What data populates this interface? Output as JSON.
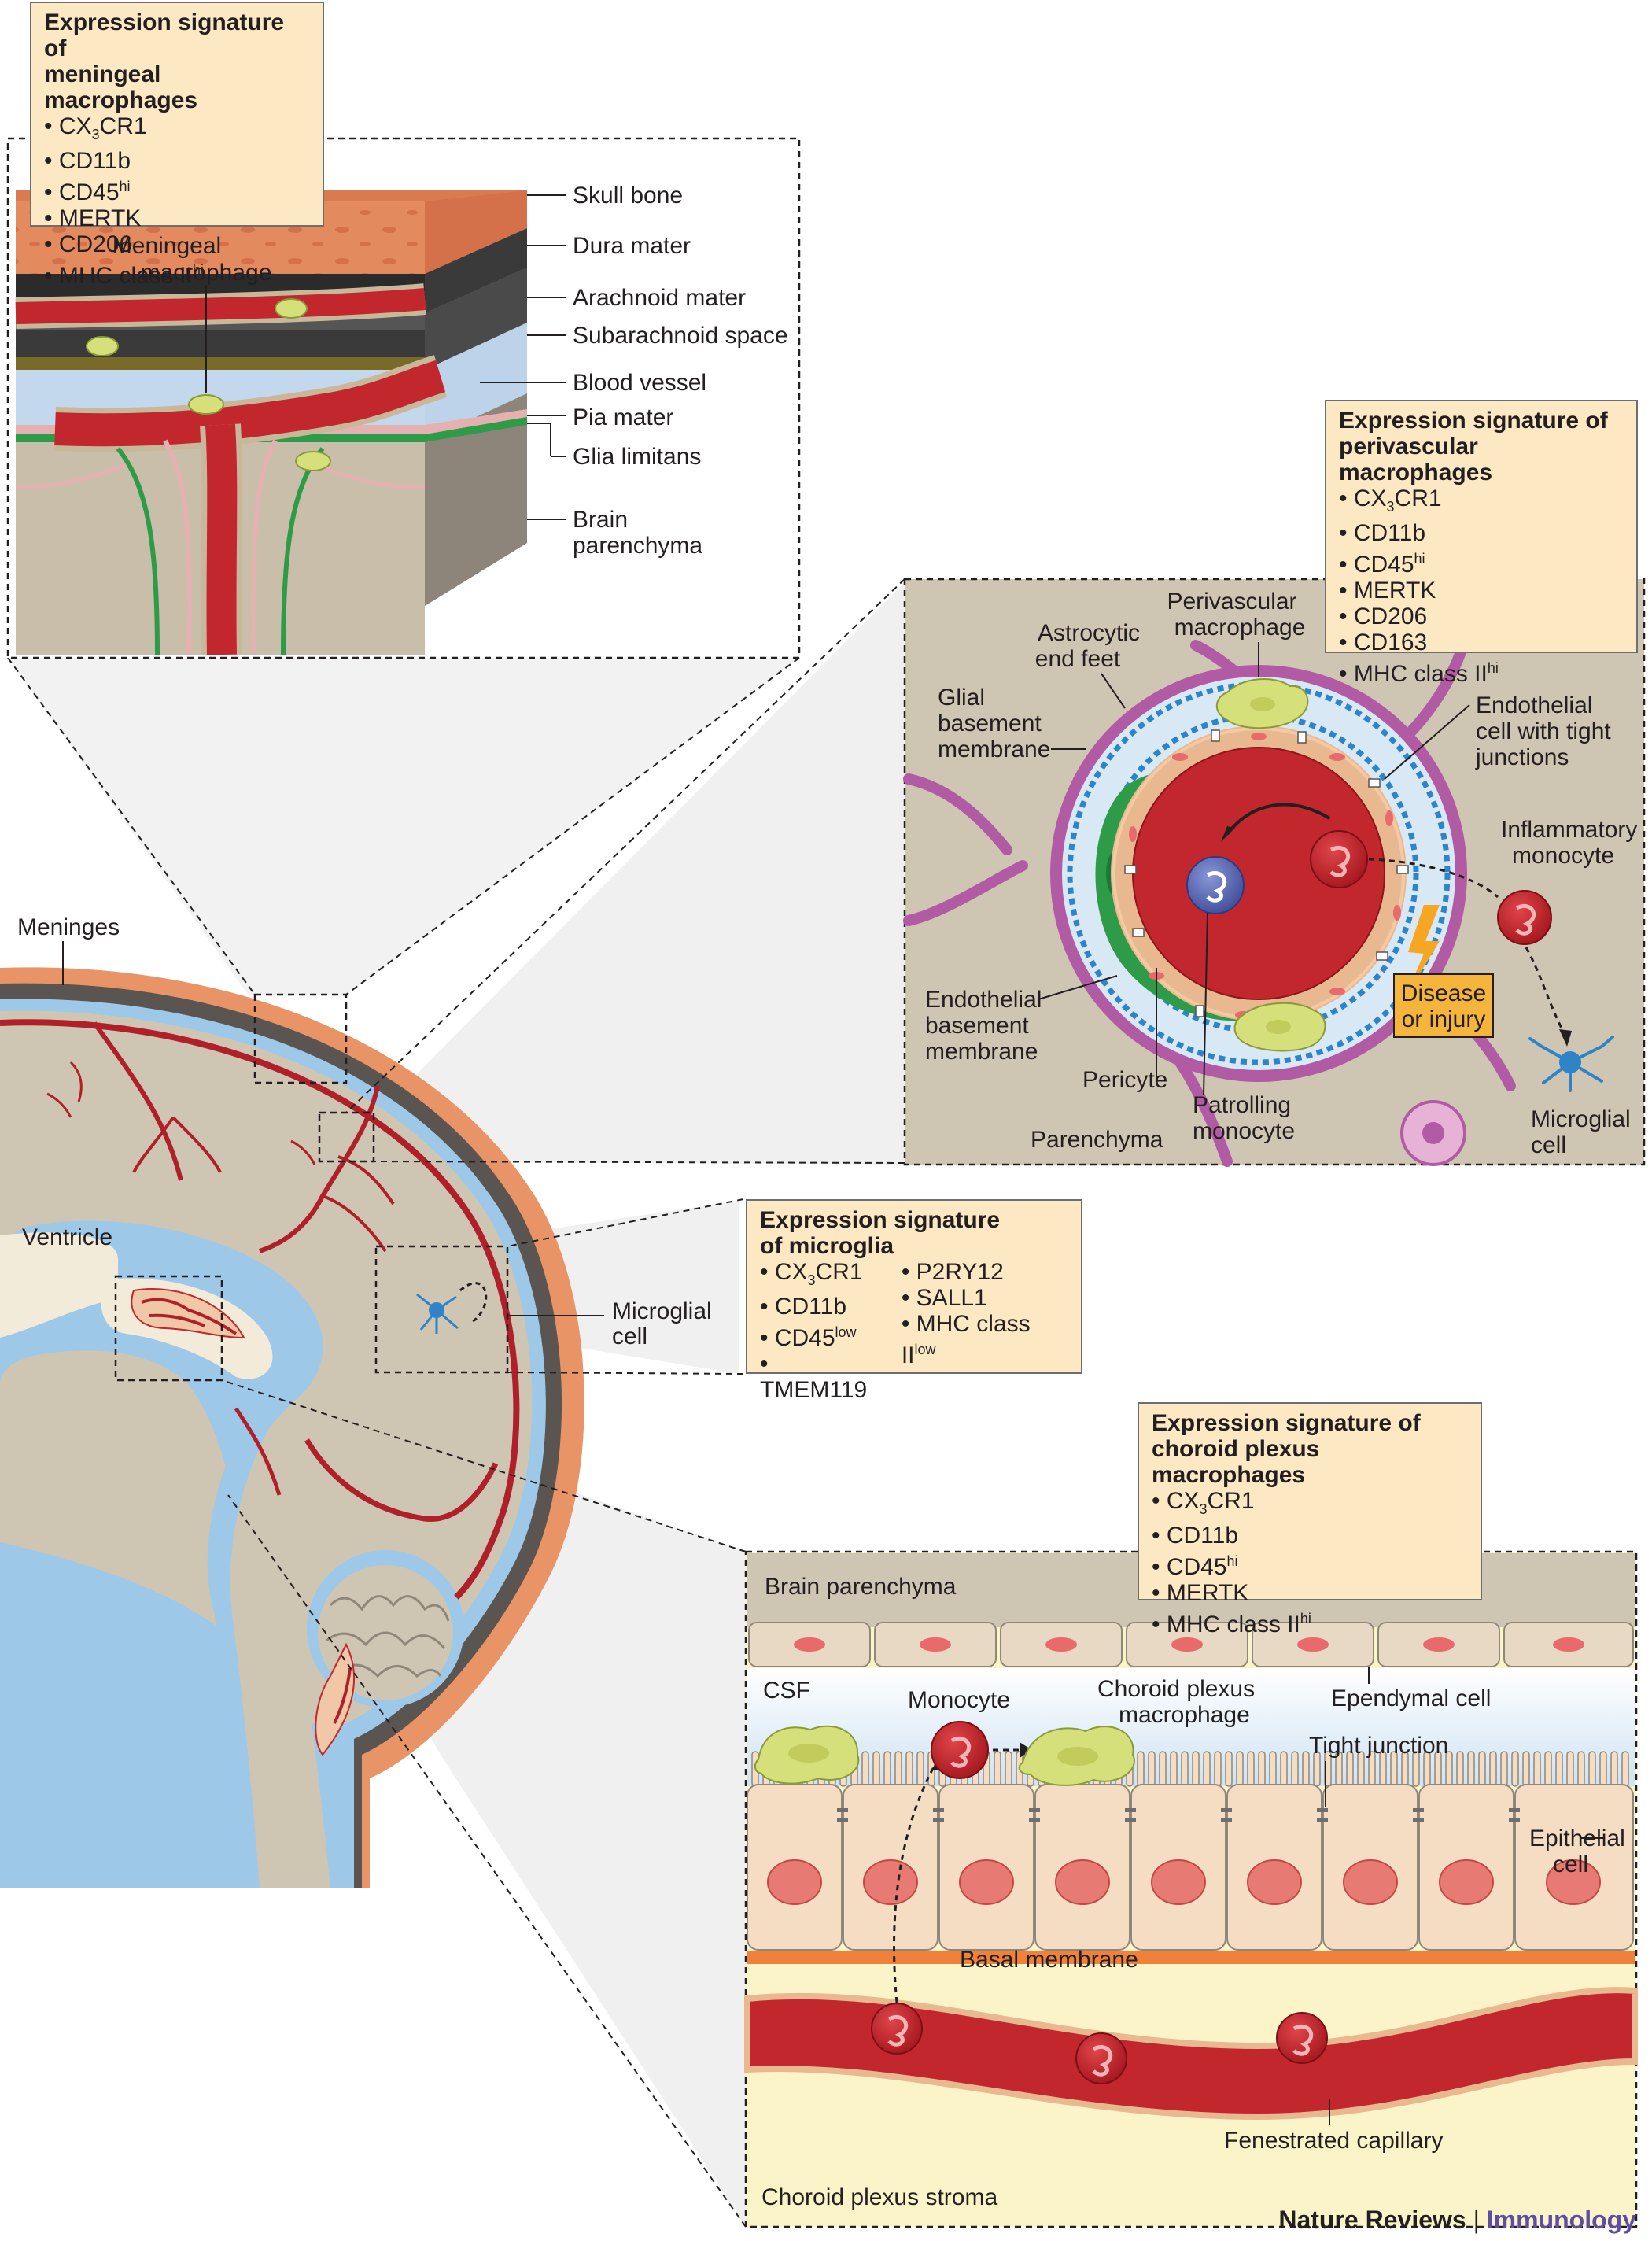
{
  "panels": {
    "meningeal": {
      "title_l1": "Expression signature of",
      "title_l2": "meningeal macrophages",
      "markers": [
        {
          "base": "CX",
          "sub": "3",
          "rest": "CR1",
          "sup": ""
        },
        {
          "base": "CD11b",
          "sub": "",
          "rest": "",
          "sup": ""
        },
        {
          "base": "CD45",
          "sub": "",
          "rest": "",
          "sup": "hi"
        },
        {
          "base": "MERTK",
          "sub": "",
          "rest": "",
          "sup": ""
        },
        {
          "base": "CD206",
          "sub": "",
          "rest": "",
          "sup": ""
        },
        {
          "base": "MHC class II",
          "sub": "",
          "rest": "",
          "sup": "hi"
        }
      ],
      "labels": {
        "skull_bone": "Skull bone",
        "dura_mater": "Dura mater",
        "arachnoid_mater": "Arachnoid mater",
        "subarachnoid_space": "Subarachnoid space",
        "blood_vessel": "Blood vessel",
        "pia_mater": "Pia mater",
        "glia_limitans": "Glia limitans",
        "brain_parenchyma_l1": "Brain",
        "brain_parenchyma_l2": "parenchyma",
        "meningeal_macrophage_l1": "Meningeal",
        "meningeal_macrophage_l2": "macrophage"
      }
    },
    "perivascular": {
      "title_l1": "Expression signature of",
      "title_l2": "perivascular macrophages",
      "markers": [
        {
          "base": "CX",
          "sub": "3",
          "rest": "CR1",
          "sup": ""
        },
        {
          "base": "CD11b",
          "sub": "",
          "rest": "",
          "sup": ""
        },
        {
          "base": "CD45",
          "sub": "",
          "rest": "",
          "sup": "hi"
        },
        {
          "base": "MERTK",
          "sub": "",
          "rest": "",
          "sup": ""
        },
        {
          "base": "CD206",
          "sub": "",
          "rest": "",
          "sup": ""
        },
        {
          "base": "CD163",
          "sub": "",
          "rest": "",
          "sup": ""
        },
        {
          "base": "MHC class II",
          "sub": "",
          "rest": "",
          "sup": "hi"
        }
      ],
      "labels": {
        "perivascular_macrophage_l1": "Perivascular",
        "perivascular_macrophage_l2": "macrophage",
        "astrocytic_end_feet_l1": "Astrocytic",
        "astrocytic_end_feet_l2": "end feet",
        "glial_bm_l1": "Glial",
        "glial_bm_l2": "basement",
        "glial_bm_l3": "membrane",
        "endothelial_cell_l1": "Endothelial",
        "endothelial_cell_l2": "cell with tight",
        "endothelial_cell_l3": "junctions",
        "inflammatory_monocyte_l1": "Inflammatory",
        "inflammatory_monocyte_l2": "monocyte",
        "disease_l1": "Disease",
        "disease_l2": "or injury",
        "endothelial_bm_l1": "Endothelial",
        "endothelial_bm_l2": "basement",
        "endothelial_bm_l3": "membrane",
        "pericyte": "Pericyte",
        "patrolling_l1": "Patrolling",
        "patrolling_l2": "monocyte",
        "parenchyma": "Parenchyma",
        "microglial_cell_l1": "Microglial",
        "microglial_cell_l2": "cell"
      }
    },
    "microglia": {
      "title_l1": "Expression signature",
      "title_l2": "of microglia",
      "col1": [
        {
          "base": "CX",
          "sub": "3",
          "rest": "CR1",
          "sup": ""
        },
        {
          "base": "CD11b",
          "sub": "",
          "rest": "",
          "sup": ""
        },
        {
          "base": "CD45",
          "sub": "",
          "rest": "",
          "sup": "low"
        },
        {
          "base": "TMEM119",
          "sub": "",
          "rest": "",
          "sup": ""
        }
      ],
      "col2": [
        {
          "base": "P2RY12",
          "sub": "",
          "rest": "",
          "sup": ""
        },
        {
          "base": "SALL1",
          "sub": "",
          "rest": "",
          "sup": ""
        },
        {
          "base": "MHC class II",
          "sub": "",
          "rest": "",
          "sup": "low"
        }
      ]
    },
    "choroid": {
      "title_l1": "Expression signature of",
      "title_l2": "choroid plexus macrophages",
      "markers": [
        {
          "base": "CX",
          "sub": "3",
          "rest": "CR1",
          "sup": ""
        },
        {
          "base": "CD11b",
          "sub": "",
          "rest": "",
          "sup": ""
        },
        {
          "base": "CD45",
          "sub": "",
          "rest": "",
          "sup": "hi"
        },
        {
          "base": "MERTK",
          "sub": "",
          "rest": "",
          "sup": ""
        },
        {
          "base": "MHC class II",
          "sub": "",
          "rest": "",
          "sup": "hi"
        }
      ],
      "labels": {
        "brain_parenchyma": "Brain parenchyma",
        "csf": "CSF",
        "monocyte": "Monocyte",
        "cp_macrophage_l1": "Choroid plexus",
        "cp_macrophage_l2": "macrophage",
        "ependymal_cell": "Ependymal cell",
        "tight_junction": "Tight junction",
        "epithelial_cell_l1": "Epithelial",
        "epithelial_cell_l2": "cell",
        "basal_membrane": "Basal membrane",
        "fenestrated_capillary": "Fenestrated capillary",
        "stroma": "Choroid plexus stroma"
      }
    }
  },
  "brain": {
    "meninges": "Meninges",
    "ventricle": "Ventricle",
    "microglial_cell_l1": "Microglial",
    "microglial_cell_l2": "cell"
  },
  "footer": {
    "journal": "Nature Reviews",
    "separator": "|",
    "field": "Immunology"
  },
  "colors": {
    "box_fill": "#fde8c4",
    "skull": "#e38a5e",
    "dura": "#2b2b2b",
    "csf": "#b7d3ec",
    "vessel": "#c1272d",
    "parenchyma": "#cfc5b3",
    "macrophage": "#d6e07a",
    "microglia": "#2e84c6",
    "monocyte_red": "#c1272d",
    "monocyte_blue": "#5b6bb8",
    "pericyte": "#2e9b48",
    "astrocyte": "#b05ba3"
  }
}
